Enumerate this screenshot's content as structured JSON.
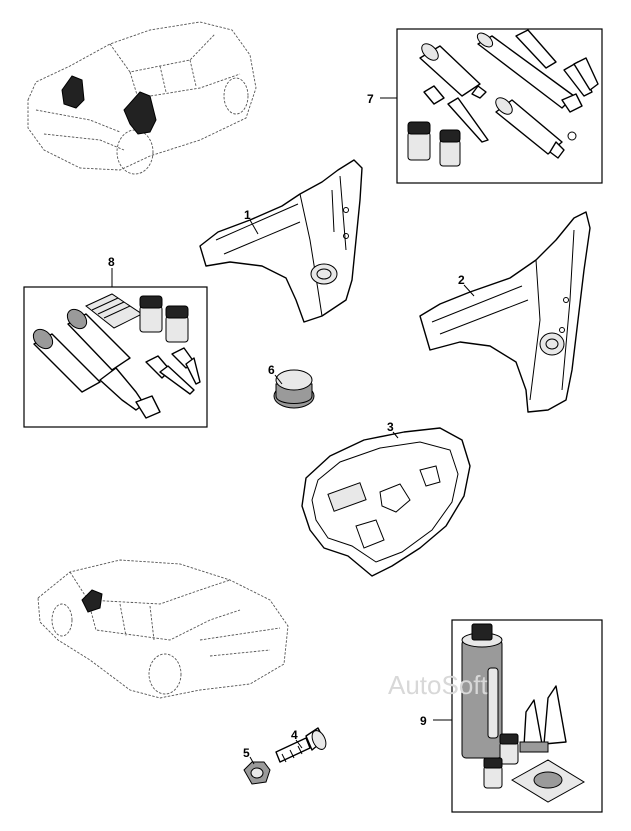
{
  "callouts": {
    "c1": "1",
    "c2": "2",
    "c3": "3",
    "c4": "4",
    "c5": "5",
    "c6": "6",
    "c7": "7",
    "c8": "8",
    "c9": "9"
  },
  "watermark": "AutoSoft",
  "colors": {
    "line": "#000000",
    "highlight": "#222222",
    "background": "#ffffff"
  }
}
